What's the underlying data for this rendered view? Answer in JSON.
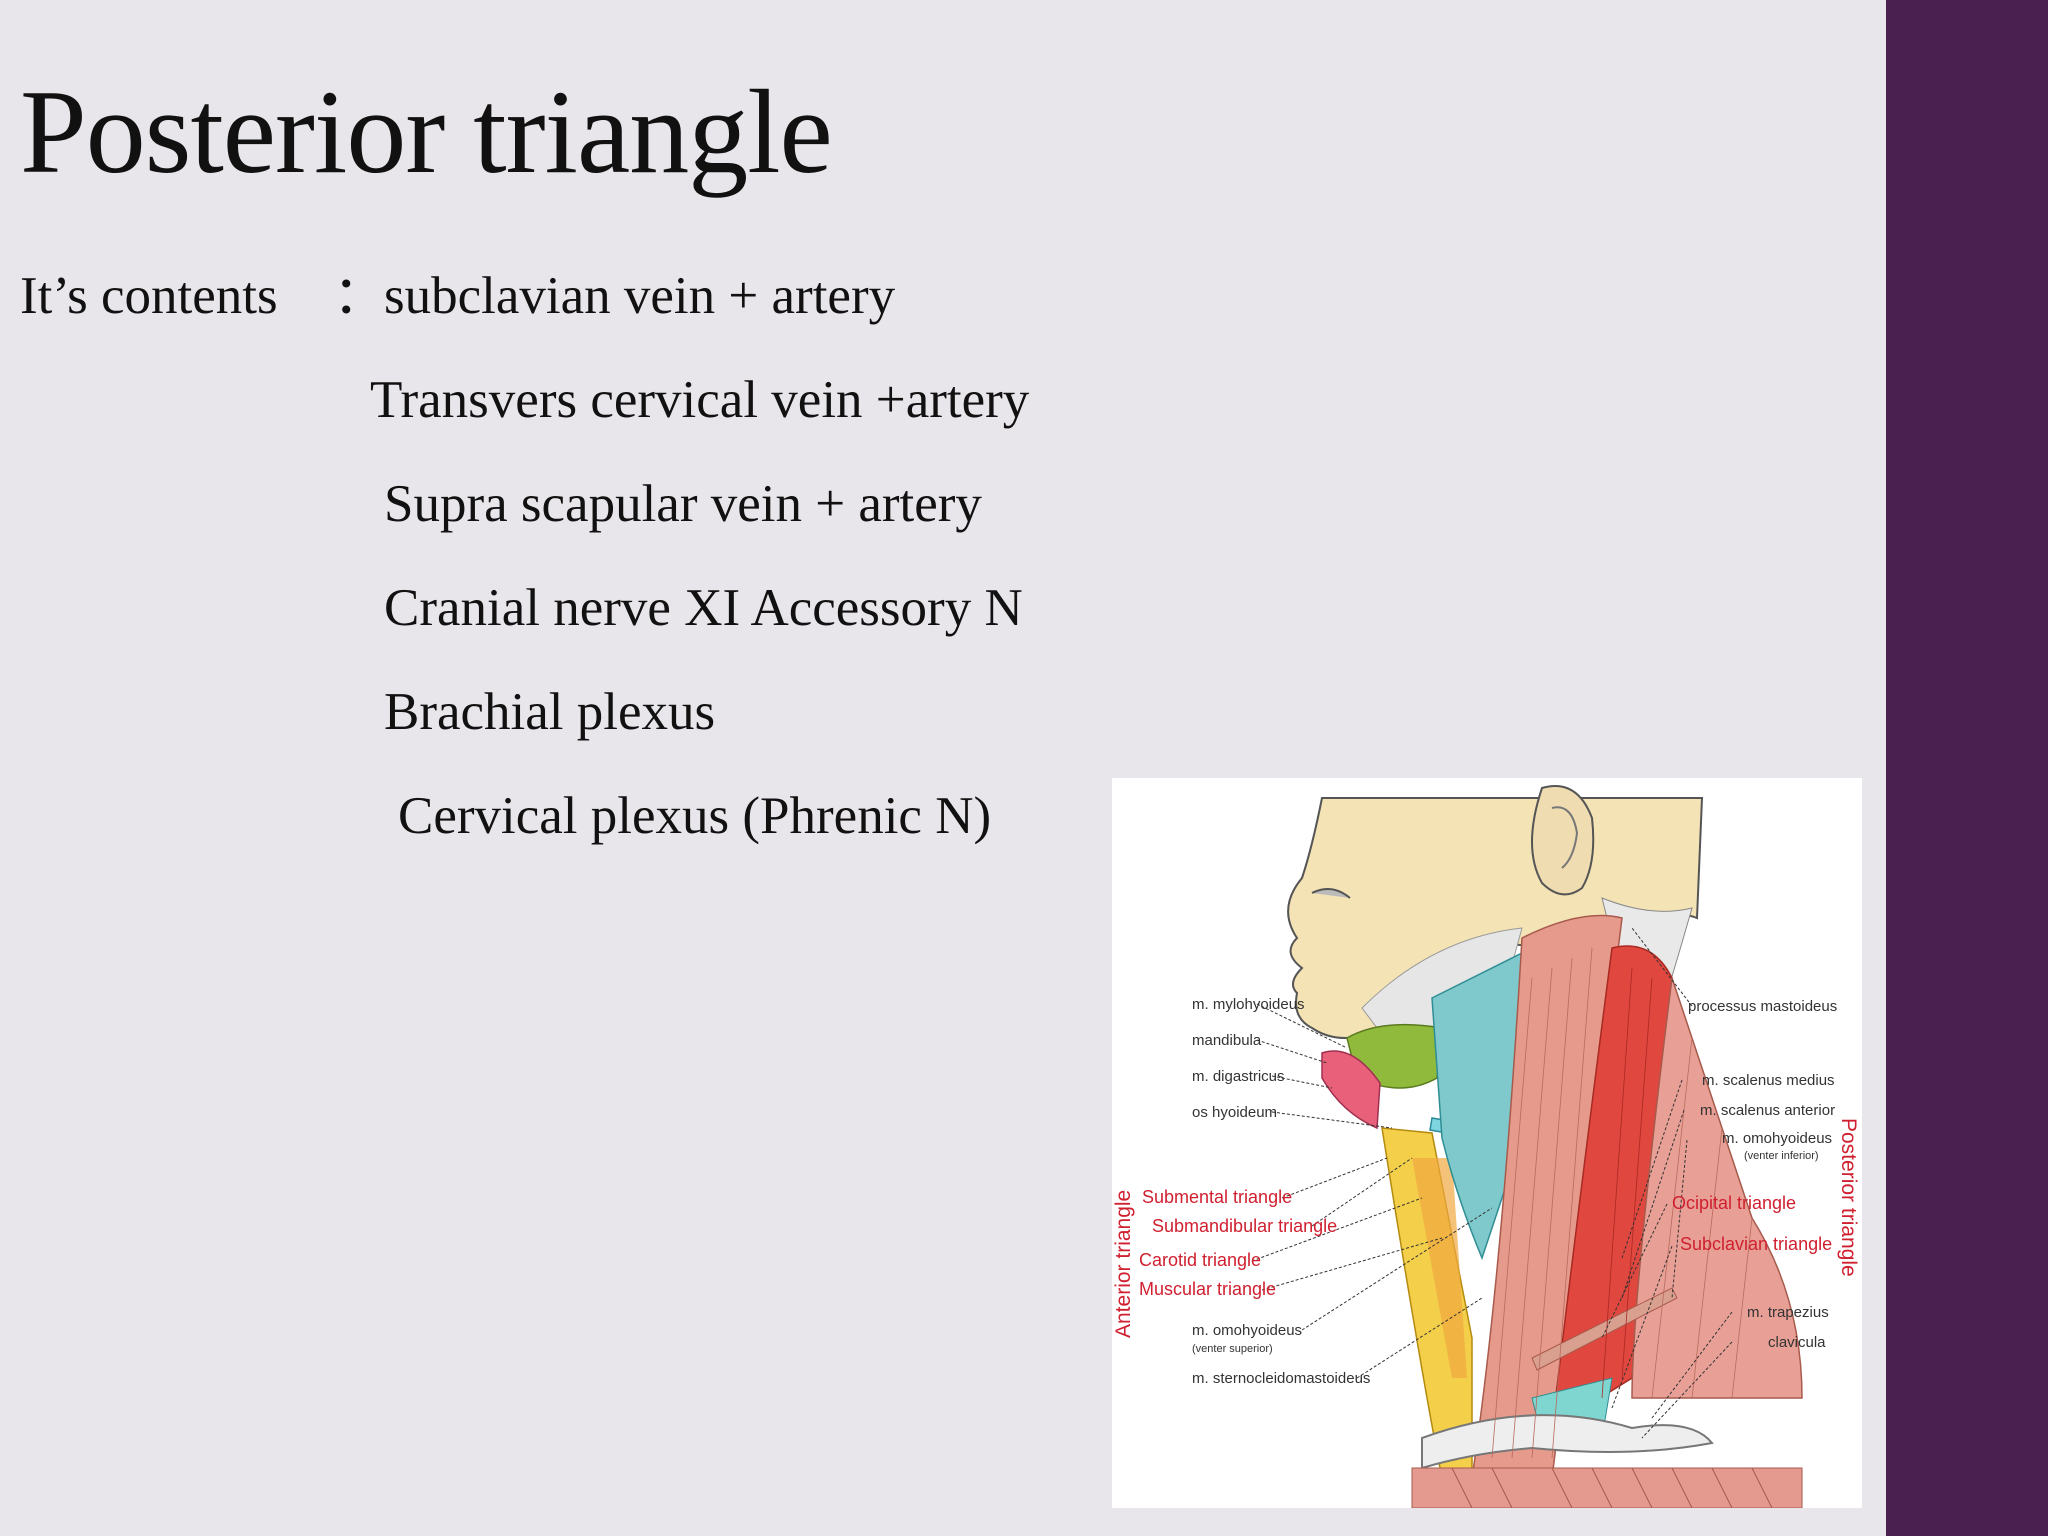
{
  "slide": {
    "title": "Posterior triangle",
    "contents_label": "It’s contents",
    "separator": "：",
    "items": [
      "subclavian vein + artery",
      "Transvers cervical vein +artery",
      "Supra scapular vein + artery",
      "Cranial nerve XI Accessory N",
      "Brachial plexus",
      "Cervical plexus (Phrenic N)"
    ]
  },
  "figure": {
    "left_labels": [
      "m. mylohyoideus",
      "mandibula",
      "m. digastricus",
      "os hyoideum",
      "m. omohyoideus",
      "(venter superior)",
      "m. sternocleidomastoideus"
    ],
    "left_triangles": [
      "Submental triangle",
      "Submandibular triangle",
      "Carotid triangle",
      "Muscular triangle"
    ],
    "right_labels": [
      "processus mastoideus",
      "m. scalenus medius",
      "m. scalenus anterior",
      "m. omohyoideus",
      "(venter inferior)",
      "m. trapezius",
      "clavicula"
    ],
    "right_triangles": [
      "Ocipital triangle",
      "Subclavian triangle"
    ],
    "side_label_left": "Anterior triangle",
    "side_label_right": "Posterior triangle"
  },
  "colors": {
    "sidebar": "#4a2050",
    "background": "#e8e6ea",
    "label_red": "#d02030"
  }
}
